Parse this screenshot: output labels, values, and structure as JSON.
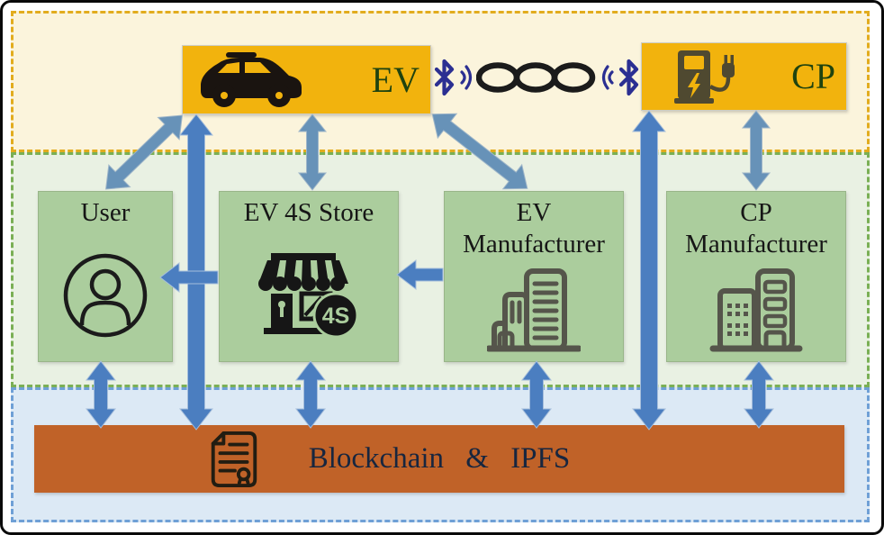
{
  "diagram": {
    "device_layer": {
      "ev": {
        "label": "EV"
      },
      "cp": {
        "label": "CP"
      }
    },
    "entity_layer": {
      "user": {
        "label": "User"
      },
      "ev_4s_store": {
        "label": "EV 4S Store"
      },
      "ev_manufacturer": {
        "label_line1": "EV",
        "label_line2": "Manufacturer"
      },
      "cp_manufacturer": {
        "label_line1": "CP",
        "label_line2": "Manufacturer"
      }
    },
    "storage_layer": {
      "blockchain": {
        "label": "Blockchain & IPFS"
      }
    },
    "store_badge": "4S"
  },
  "icons": {
    "ev_box": "car-icon",
    "link_left": "bluetooth-icon",
    "link_waves": "signal-waves-icon",
    "link_center": "chain-icon",
    "link_right": "bluetooth-icon",
    "cp_box": "charging-station-icon",
    "user_box": "user-icon",
    "store_box": "store-4s-icon",
    "ev_manufacturer_box": "factory-icon",
    "cp_manufacturer_box": "buildings-icon",
    "blockchain_bar": "document-certificate-icon"
  },
  "colors": {
    "gold": "#F2B30D",
    "cream": "#FBF4DC",
    "golddash": "#E2AC1E",
    "palegreen": "#E9F1E3",
    "greendash": "#7AAF55",
    "boxgreen": "#ABCD9D",
    "boxborder": "#99B589",
    "paleblue": "#DCE9F5",
    "bluedash": "#6FA0D6",
    "orange": "#C06228",
    "arrow": "#4B7EC0",
    "arrowmuted": "#6792B8",
    "navy": "#2B2F92",
    "ink": "#1A1410",
    "ink2": "#161616",
    "icongray": "#55554B",
    "station": "#4F4930",
    "labelgreen": "#1F430F",
    "bartext": "#17263F",
    "chain": "#1B1B1B"
  }
}
